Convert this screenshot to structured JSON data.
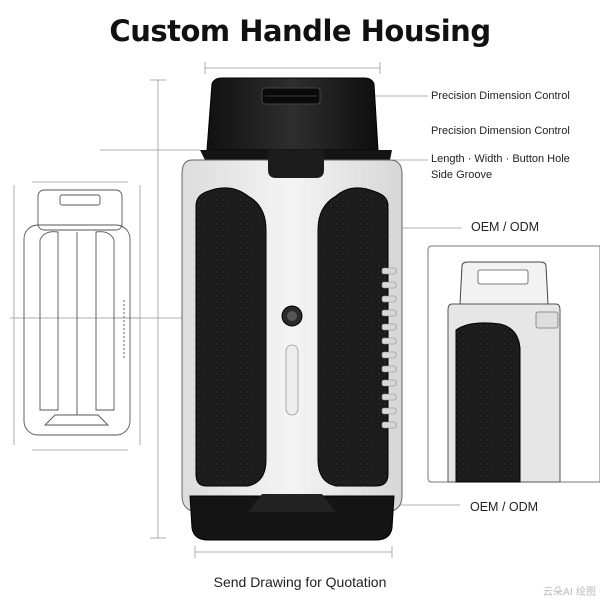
{
  "title": "Custom Handle Housing",
  "callouts": {
    "c1": "Precision Dimension Control",
    "c2": "Precision Dimension Control",
    "c3_line1": "Length · Width · Button Hole",
    "c3_line2": "Side Groove",
    "c4": "OEM / ODM",
    "c5": "OEM / ODM"
  },
  "footer": "Send Drawing for Quotation",
  "badge": "云朵AI 绘图"
}
